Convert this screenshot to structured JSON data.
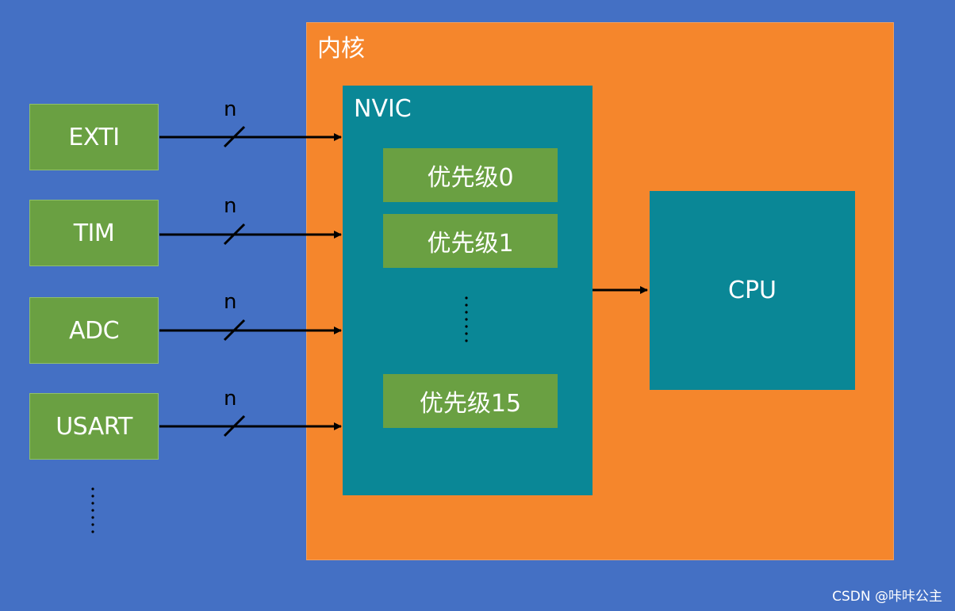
{
  "core": {
    "title": "内核"
  },
  "nvic": {
    "title": "NVIC",
    "priorities": [
      "优先级0",
      "优先级1",
      "优先级15"
    ]
  },
  "cpu": {
    "label": "CPU"
  },
  "sources": [
    {
      "label": "EXTI",
      "bus": "n"
    },
    {
      "label": "TIM",
      "bus": "n"
    },
    {
      "label": "ADC",
      "bus": "n"
    },
    {
      "label": "USART",
      "bus": "n"
    }
  ],
  "watermark": "CSDN @咔咔公主",
  "colors": {
    "background": "#4470c4",
    "core": "#f5862c",
    "nvic": "#0a8796",
    "block": "#6aa042",
    "arrow": "#000000"
  }
}
